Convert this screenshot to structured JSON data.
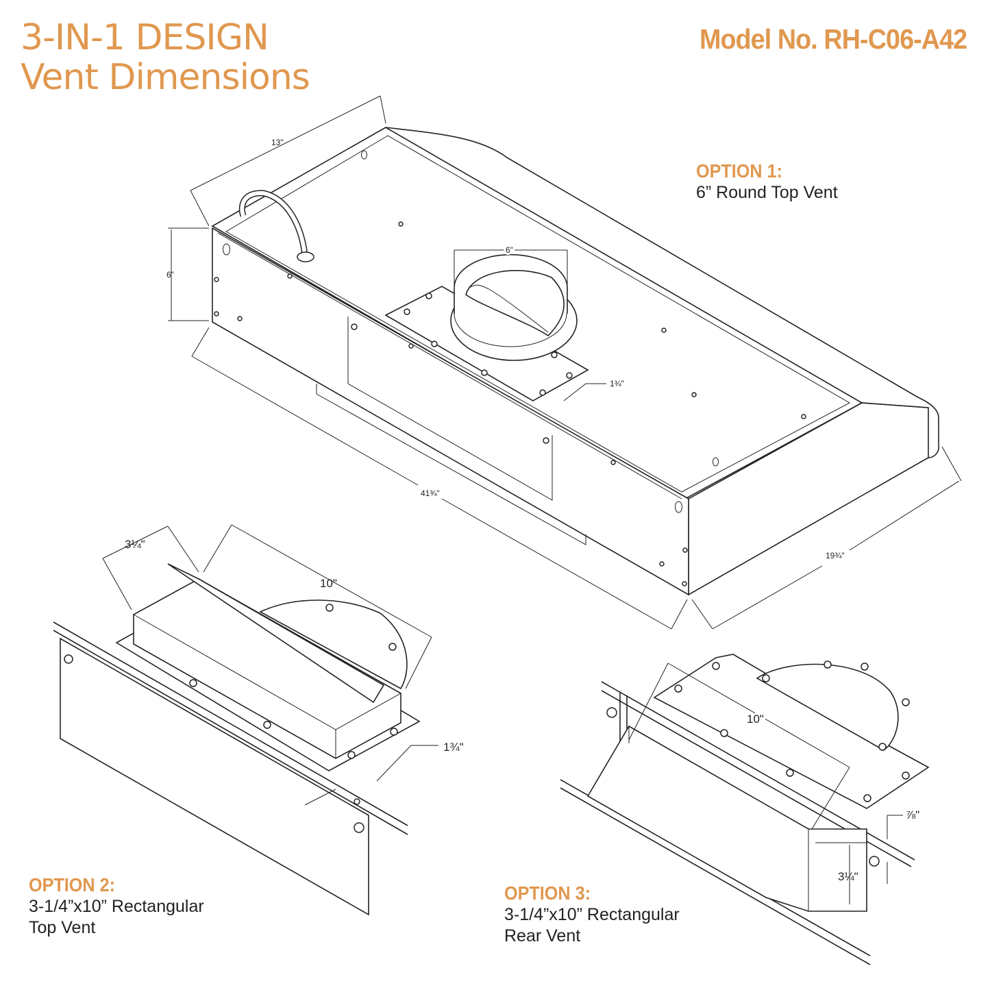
{
  "header": {
    "title_line1": "3-IN-1 DESIGN",
    "title_line2": "Vent Dimensions",
    "model": "Model No. RH-C06-A42"
  },
  "options": [
    {
      "heading": "OPTION 1:",
      "line1": "6” Round Top Vent"
    },
    {
      "heading": "OPTION 2:",
      "line1": "3-1/4”x10” Rectangular",
      "line2": "Top Vent"
    },
    {
      "heading": "OPTION 3:",
      "line1": "3-1/4”x10” Rectangular",
      "line2": "Rear Vent"
    }
  ],
  "dimensions": {
    "hood_depth": "13\"",
    "hood_height": "6\"",
    "round_vent_diameter": "6\"",
    "round_vent_offset": "1¾\"",
    "hood_width": "41¾\"",
    "hood_side": "19¾\"",
    "opt2_height": "3¼\"",
    "opt2_width": "10\"",
    "opt2_offset": "1¾\"",
    "opt3_width": "10\"",
    "opt3_offset": "⅞\"",
    "opt3_height": "3¼\""
  },
  "colors": {
    "accent": "#e0984f",
    "line": "#222222"
  }
}
